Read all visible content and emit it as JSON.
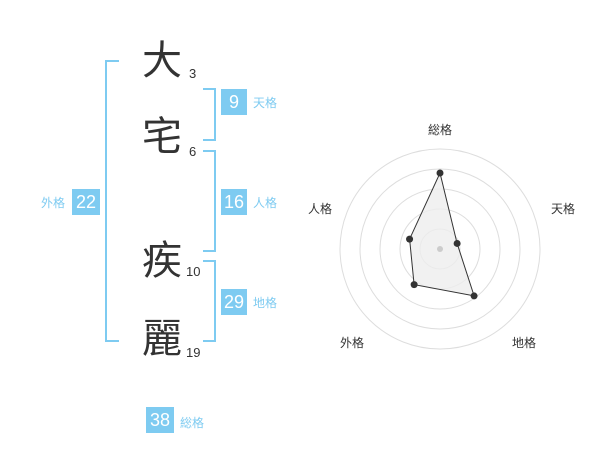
{
  "name": {
    "characters": [
      {
        "char": "大",
        "strokes": "3"
      },
      {
        "char": "宅",
        "strokes": "6"
      },
      {
        "char": "疾",
        "strokes": "10"
      },
      {
        "char": "麗",
        "strokes": "19"
      }
    ]
  },
  "fortune": {
    "tenkaku": {
      "value": "9",
      "label": "天格"
    },
    "jinkaku": {
      "value": "16",
      "label": "人格"
    },
    "chikaku": {
      "value": "29",
      "label": "地格"
    },
    "gaikaku": {
      "value": "22",
      "label": "外格"
    },
    "soukaku": {
      "value": "38",
      "label": "総格"
    }
  },
  "chart_data": {
    "type": "radar",
    "axes": [
      "総格",
      "天格",
      "地格",
      "外格",
      "人格"
    ],
    "values": [
      38,
      9,
      29,
      22,
      16
    ],
    "rings": 5,
    "colors": {
      "accent": "#7ecbf1",
      "fill": "#eeeeee",
      "line": "#333333",
      "grid": "#dddddd"
    }
  }
}
